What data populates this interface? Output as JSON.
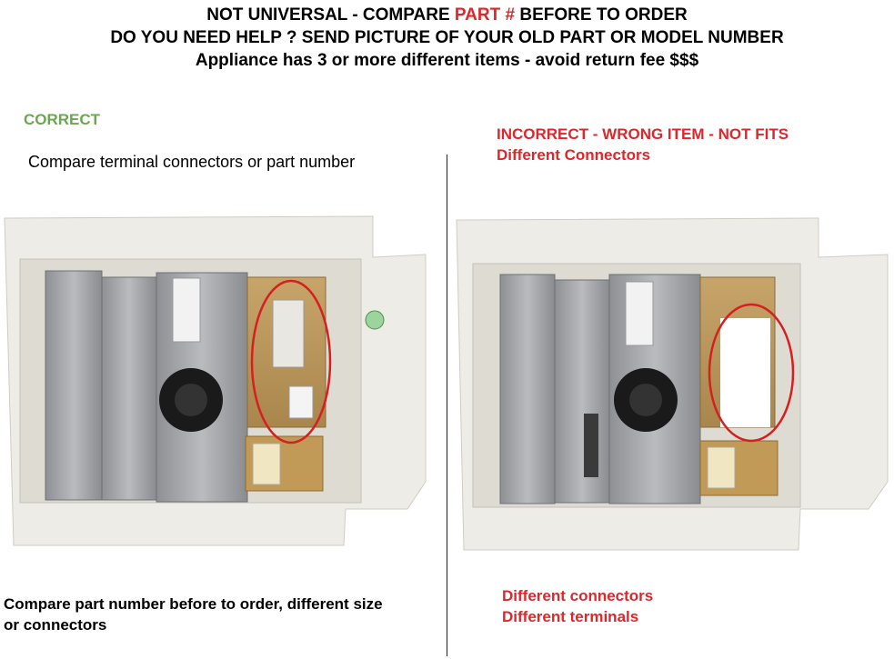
{
  "header": {
    "line1_a": "NOT UNIVERSAL - COMPARE ",
    "line1_part": "PART #",
    "line1_b": " BEFORE TO ORDER",
    "line2": "DO YOU NEED HELP ? SEND PICTURE OF YOUR OLD PART OR MODEL NUMBER",
    "line3": "Appliance has 3 or more different items  - avoid return fee $$$"
  },
  "left": {
    "status": "CORRECT",
    "note": "Compare terminal connectors or part number",
    "footer_line1": "Compare part number before to order, different size",
    "footer_line2": "or connectors"
  },
  "right": {
    "status": "INCORRECT - WRONG ITEM - NOT FITS",
    "substatus": "Different Connectors",
    "footer_line1": "Different connectors",
    "footer_line2": "Different terminals"
  },
  "colors": {
    "correct": "#6aa84f",
    "incorrect": "#e0262a",
    "circle": "#d62020"
  }
}
